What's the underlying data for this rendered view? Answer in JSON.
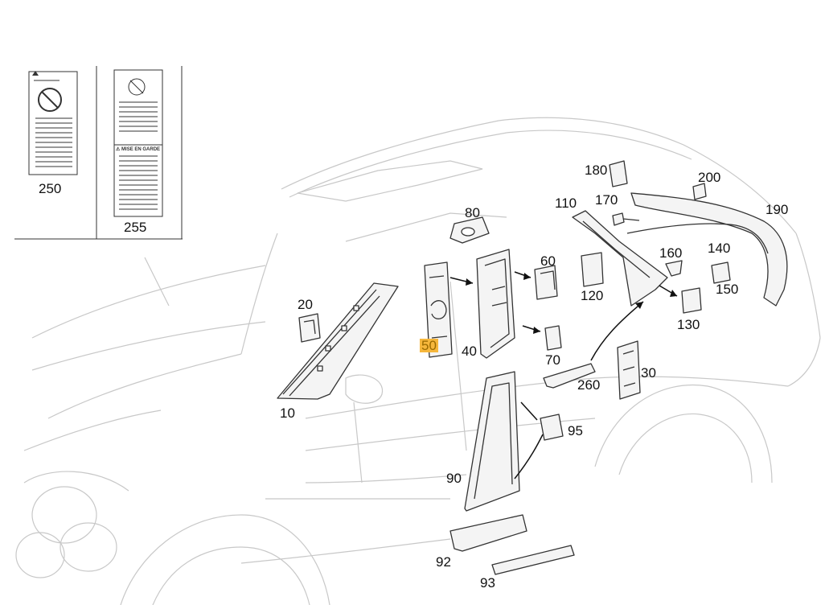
{
  "parts": [
    {
      "id": "250",
      "label": "250"
    },
    {
      "id": "255",
      "label": "255"
    },
    {
      "id": "10",
      "label": "10"
    },
    {
      "id": "20",
      "label": "20"
    },
    {
      "id": "30",
      "label": "30"
    },
    {
      "id": "40",
      "label": "40"
    },
    {
      "id": "50",
      "label": "50",
      "highlighted": true
    },
    {
      "id": "60",
      "label": "60"
    },
    {
      "id": "70",
      "label": "70"
    },
    {
      "id": "80",
      "label": "80"
    },
    {
      "id": "90",
      "label": "90"
    },
    {
      "id": "92",
      "label": "92"
    },
    {
      "id": "93",
      "label": "93"
    },
    {
      "id": "95",
      "label": "95"
    },
    {
      "id": "110",
      "label": "110"
    },
    {
      "id": "120",
      "label": "120"
    },
    {
      "id": "130",
      "label": "130"
    },
    {
      "id": "140",
      "label": "140"
    },
    {
      "id": "150",
      "label": "150"
    },
    {
      "id": "160",
      "label": "160"
    },
    {
      "id": "170",
      "label": "170"
    },
    {
      "id": "180",
      "label": "180"
    },
    {
      "id": "190",
      "label": "190"
    },
    {
      "id": "200",
      "label": "200"
    },
    {
      "id": "260",
      "label": "260"
    }
  ],
  "warning_label_255": {
    "heading_2": "⚠ MISE EN GARDE"
  },
  "colors": {
    "highlight": "#f6b73c",
    "car_outline": "#c8c8c8",
    "part_line": "#333333"
  }
}
